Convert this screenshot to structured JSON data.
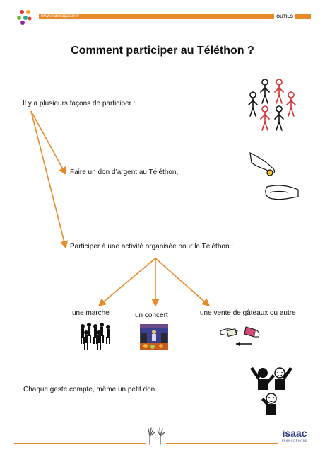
{
  "header": {
    "url": "www.handiapason.fr",
    "tag": "OUTILS",
    "accent_color": "#e98a28"
  },
  "title": "Comment participer au Téléthon ?",
  "intro": "Il y a plusieurs façons de participer :",
  "option_1": "Faire un don d’argent au Téléthon,",
  "option_2": "Participer à une activité organisée pour le Téléthon :",
  "activities": {
    "walk": "une marche",
    "concert": "un concert",
    "sale": "une vente de gâteaux ou autre"
  },
  "closing": "Chaque geste compte, même un petit don.",
  "footer": {
    "logo_text": "isaac",
    "logo_sub": "FRANCOPHONE"
  },
  "icons": [
    "group-of-people-icon",
    "coin-in-hand-icon",
    "walking-crowd-icon",
    "concert-stage-icon",
    "cake-sale-icon",
    "celebrating-people-icon",
    "sign-language-hands-icon",
    "app-logo-icon"
  ]
}
